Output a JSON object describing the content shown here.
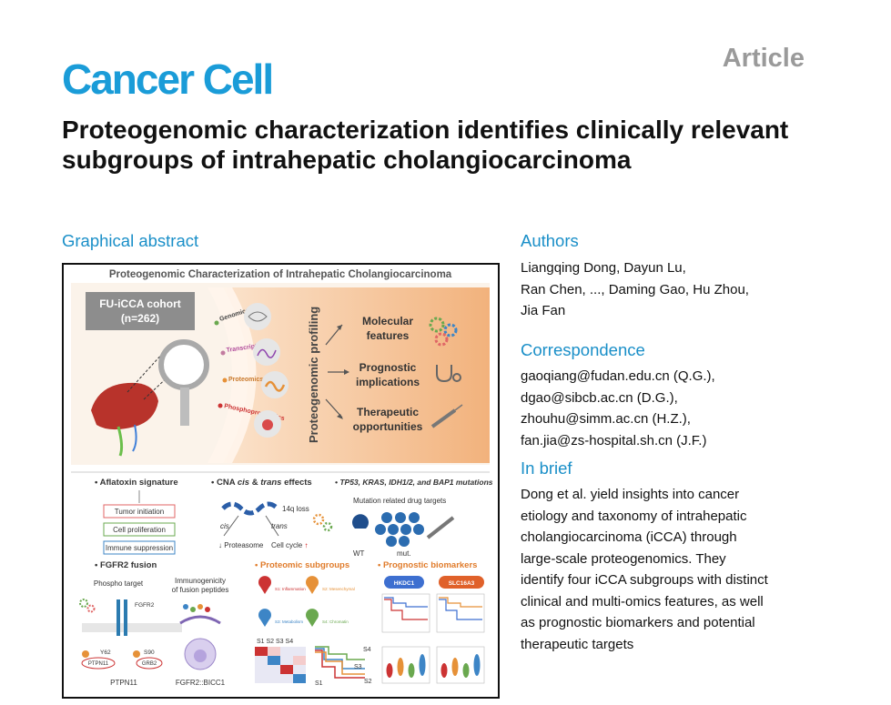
{
  "header": {
    "journal": "Cancer Cell",
    "article_type": "Article",
    "title": "Proteogenomic characterization identifies clinically relevant subgroups of intrahepatic cholangiocarcinoma"
  },
  "graphical_abstract": {
    "heading": "Graphical abstract",
    "figure_title": "Proteogenomic Characterization of Intrahepatic Cholangiocarcinoma",
    "cohort_line1": "FU-iCCA cohort",
    "cohort_line2": "(n=262)",
    "omics": [
      "Genomics",
      "Transcriptomics",
      "Proteomics",
      "Phosphoproteomics"
    ],
    "profiling_label": "Proteogenomic profiling",
    "outcomes": [
      {
        "line1": "Molecular",
        "line2": "features"
      },
      {
        "line1": "Prognostic",
        "line2": "implications"
      },
      {
        "line1": "Therapeutic",
        "line2": "opportunities"
      }
    ],
    "panels": {
      "aflatoxin": {
        "title": "Aflatoxin signature",
        "boxes": [
          "Tumor initiation",
          "Cell proliferation",
          "Immune suppression"
        ]
      },
      "cna": {
        "title_pre": "CNA ",
        "title_cis": "cis",
        "title_mid": " & ",
        "title_trans": "trans",
        "title_post": " effects",
        "loss": "14q loss",
        "cis": "cis",
        "trans": "trans",
        "proteasome": "Proteasome",
        "cell_cycle": "Cell cycle"
      },
      "mutations": {
        "title": "TP53, KRAS, IDH1/2, and BAP1 mutations",
        "subtitle": "Mutation related drug targets",
        "wt": "WT",
        "mut": "mut."
      },
      "fgfr2": {
        "title": "FGFR2 fusion",
        "phospho": "Phospho target",
        "immuno1": "Immunogenicity",
        "immuno2": "of fusion peptides",
        "fgfr2": "FGFR2",
        "ptpn11": "PTPN11",
        "grb2": "GRB2",
        "y62": "Y62",
        "s90": "S90",
        "gene1": "PTPN11",
        "gene2": "FGFR2::BICC1"
      },
      "subgroups": {
        "title": "Proteomic subgroups",
        "s1": "S1: Inflammation",
        "s2": "S2: Mesenchymal",
        "s3": "S3: Metabolism",
        "s4": "S4: Chromatin",
        "heat_labels": "S1 S2 S3 S4",
        "curve_labels": [
          "S4",
          "S3",
          "S1",
          "S2"
        ]
      },
      "biomarkers": {
        "title": "Prognostic biomarkers",
        "marker1": "HKDC1",
        "marker2": "SLC16A3"
      }
    }
  },
  "authors": {
    "heading": "Authors",
    "line1": "Liangqing Dong, Dayun Lu,",
    "line2": "Ran Chen, ..., Daming Gao, Hu Zhou,",
    "line3": "Jia Fan"
  },
  "correspondence": {
    "heading": "Correspondence",
    "lines": [
      "gaoqiang@fudan.edu.cn (Q.G.),",
      "dgao@sibcb.ac.cn (D.G.),",
      "zhouhu@simm.ac.cn (H.Z.),",
      "fan.jia@zs-hospital.sh.cn (J.F.)"
    ]
  },
  "in_brief": {
    "heading": "In brief",
    "lines": [
      "Dong et al. yield insights into cancer",
      "etiology and taxonomy of intrahepatic",
      "cholangiocarcinoma (iCCA) through",
      "large-scale proteogenomics. They",
      "identify four iCCA subgroups with distinct",
      "clinical and multi-omics features, as well",
      "as prognostic biomarkers and potential",
      "therapeutic targets"
    ]
  },
  "colors": {
    "brand_blue": "#1a9cd8",
    "heading_blue": "#1a8fc8",
    "accent_orange": "#e07b2a",
    "peach": "#f6c9a0"
  }
}
